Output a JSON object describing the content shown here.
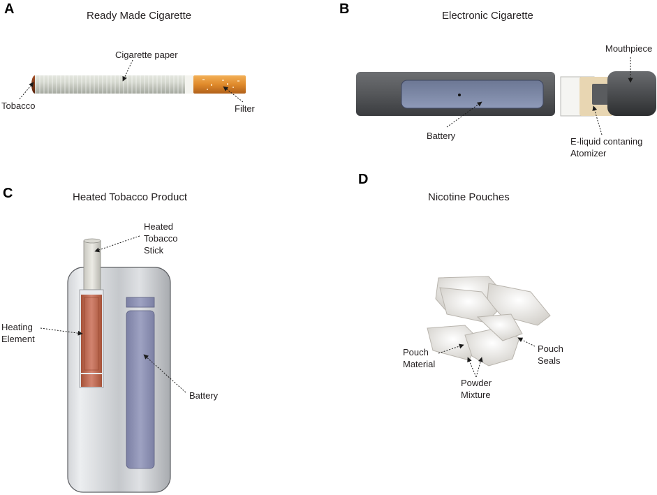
{
  "panels": {
    "a": {
      "letter": "A",
      "title": "Ready Made Cigarette",
      "labels": {
        "paper": "Cigarette paper",
        "tobacco": "Tobacco",
        "filter": "Filter"
      }
    },
    "b": {
      "letter": "B",
      "title": "Electronic Cigarette",
      "labels": {
        "mouthpiece": "Mouthpiece",
        "battery": "Battery",
        "eliquid_1": "E-liquid contaning",
        "eliquid_2": "Atomizer"
      }
    },
    "c": {
      "letter": "C",
      "title": "Heated Tobacco Product",
      "labels": {
        "stick_1": "Heated",
        "stick_2": "Tobacco",
        "stick_3": "Stick",
        "heating_1": "Heating",
        "heating_2": "Element",
        "battery": "Battery"
      }
    },
    "d": {
      "letter": "D",
      "title": "Nicotine Pouches",
      "labels": {
        "material_1": "Pouch",
        "material_2": "Material",
        "seals_1": "Pouch",
        "seals_2": "Seals",
        "powder_1": "Powder",
        "powder_2": "Mixture"
      }
    }
  },
  "colors": {
    "tobacco": "#8b3a16",
    "paper": "#d8dad2",
    "filter": "#e2892c",
    "ecig_body": "#505255",
    "ecig_window": "#7a86a6",
    "heater": "#c9745e",
    "hnb_battery": "#8e92b4",
    "pouch": "#eceae6"
  }
}
